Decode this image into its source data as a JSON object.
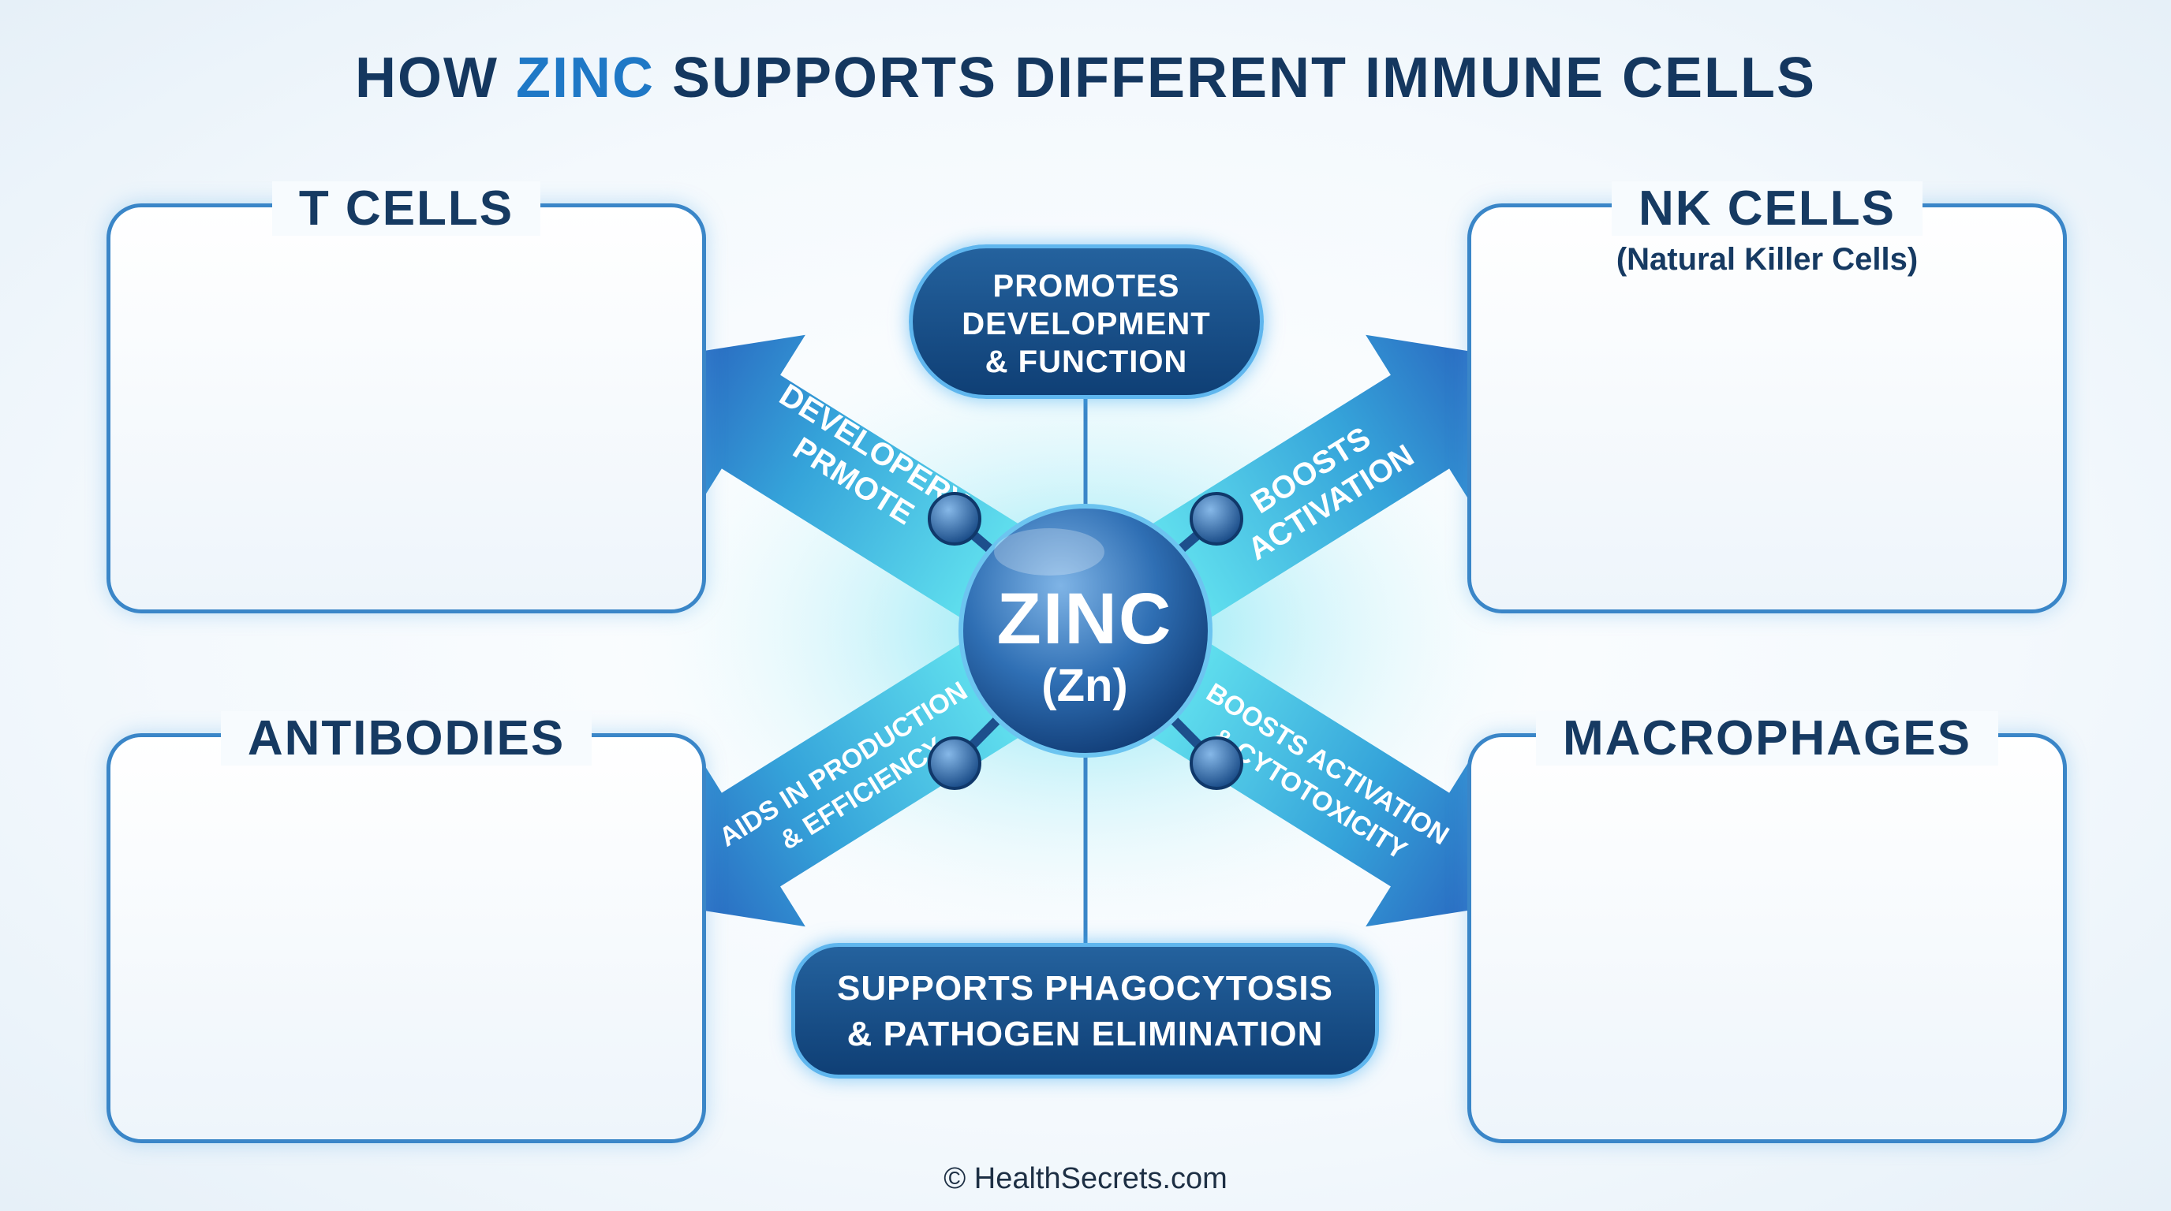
{
  "title": {
    "prefix": "HOW ",
    "accent": "ZINC",
    "suffix": " SUPPORTS DIFFERENT IMMUNE CELLS"
  },
  "center": {
    "name": "ZINC",
    "symbol": "(Zn)"
  },
  "panels": {
    "t_cells": {
      "title": "T CELLS"
    },
    "nk_cells": {
      "title": "NK CELLS",
      "subtitle": "(Natural Killer Cells)"
    },
    "antibodies": {
      "title": "ANTIBODIES"
    },
    "macrophages": {
      "title": "MACROPHAGES"
    }
  },
  "pills": {
    "top": [
      "PROMOTES",
      "DEVELOPMENT",
      "& FUNCTION"
    ],
    "bottom": [
      "SUPPORTS PHAGOCYTOSIS",
      "& PATHOGEN ELIMINATION"
    ]
  },
  "arrows": {
    "t_cells": [
      "PRMOTE",
      "DEVELOPERY"
    ],
    "nk_cells": [
      "BOOSTS",
      "ACTIVATION"
    ],
    "antibodies": [
      "AIDS IN PRODUCTION",
      "& EFFICIENCY"
    ],
    "macrophages": [
      "BOOSTS ACTIVATION",
      "& CYTOTOXICITY"
    ]
  },
  "credit": "© HealthSecrets.com",
  "colors": {
    "title": "#14375f",
    "accent": "#1f78c6",
    "panel_border": "#3a86c8",
    "arrow_light": "#3fd0e8",
    "arrow_dark": "#1b57b8",
    "pill": "#134474",
    "cell_blue": "#3a7fc4",
    "pathogen_green": "#4fb3a1"
  },
  "icons": [
    "t-cell-icon",
    "antibody-icon",
    "virus-icon",
    "nk-cell-icon",
    "macrophage-icon",
    "bacteria-icon"
  ]
}
